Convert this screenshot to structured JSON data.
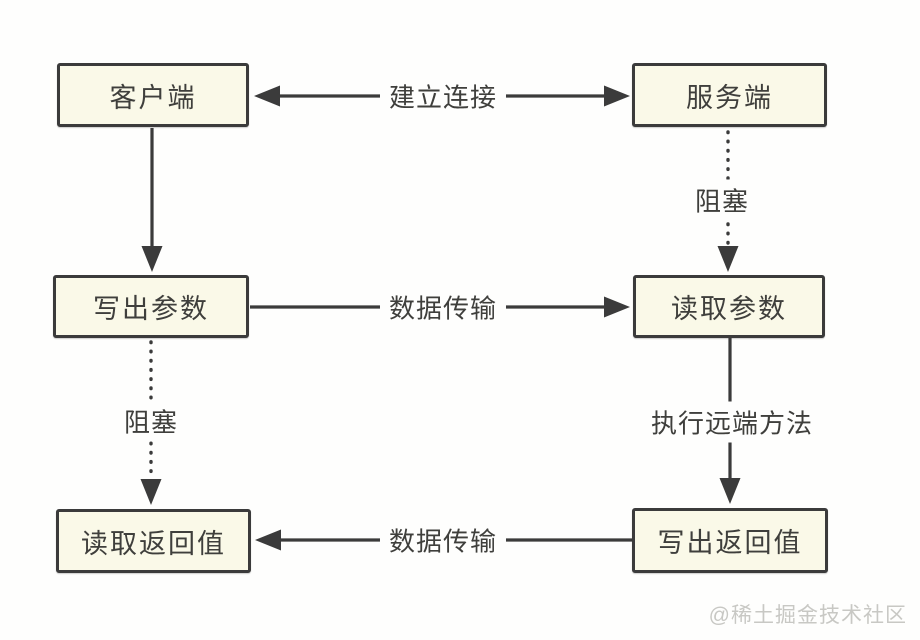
{
  "diagram": {
    "nodes": {
      "client": {
        "label": "客户端"
      },
      "server": {
        "label": "服务端"
      },
      "write_params": {
        "label": "写出参数"
      },
      "read_params": {
        "label": "读取参数"
      },
      "read_return": {
        "label": "读取返回值"
      },
      "write_return": {
        "label": "写出返回值"
      }
    },
    "edges": [
      {
        "id": "establish_connection",
        "from": "client",
        "to": "server",
        "label": "建立连接",
        "style": "solid",
        "direction": "both"
      },
      {
        "id": "client_to_write_params",
        "from": "client",
        "to": "write_params",
        "label": "",
        "style": "solid",
        "direction": "down"
      },
      {
        "id": "server_block",
        "from": "server",
        "to": "read_params",
        "label": "阻塞",
        "style": "dotted",
        "direction": "down"
      },
      {
        "id": "data_transfer_request",
        "from": "write_params",
        "to": "read_params",
        "label": "数据传输",
        "style": "solid",
        "direction": "right"
      },
      {
        "id": "client_block",
        "from": "write_params",
        "to": "read_return",
        "label": "阻塞",
        "style": "dotted",
        "direction": "down"
      },
      {
        "id": "execute_remote_method",
        "from": "read_params",
        "to": "write_return",
        "label": "执行远端方法",
        "style": "solid",
        "direction": "down"
      },
      {
        "id": "data_transfer_response",
        "from": "write_return",
        "to": "read_return",
        "label": "数据传输",
        "style": "solid",
        "direction": "left"
      }
    ],
    "colors": {
      "background": "#FEFEFD",
      "node_fill": "#FAF9E8",
      "stroke": "#3B3B3B",
      "text": "#3F3F3C",
      "watermark": "#C8C8C4"
    },
    "watermark": "@稀土掘金技术社区"
  }
}
